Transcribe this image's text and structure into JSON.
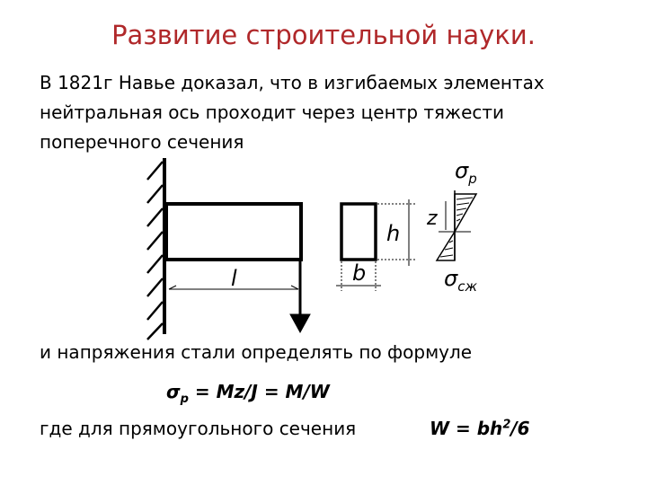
{
  "title": "Развитие строительной науки.",
  "intro_lines": [
    "В 1821г Навье доказал, что в изгибаемых элементах",
    "нейтральная ось проходит через центр тяжести",
    "поперечного сечения"
  ],
  "figure": {
    "length_label": "l",
    "height_label": "h",
    "width_label": "b",
    "z_label": "z",
    "sigma": "σ",
    "tension_sub": "р",
    "compression_sub": "сж"
  },
  "stress_line": "и напряжения стали определять по формуле",
  "formula": {
    "sigma": "σ",
    "sub": "р",
    "rest": " = Mz/J = M/W"
  },
  "section_line": "где для прямоугольного сечения",
  "w_formula": {
    "lhs": "W = bh",
    "power": "2",
    "rhs": "/6"
  }
}
